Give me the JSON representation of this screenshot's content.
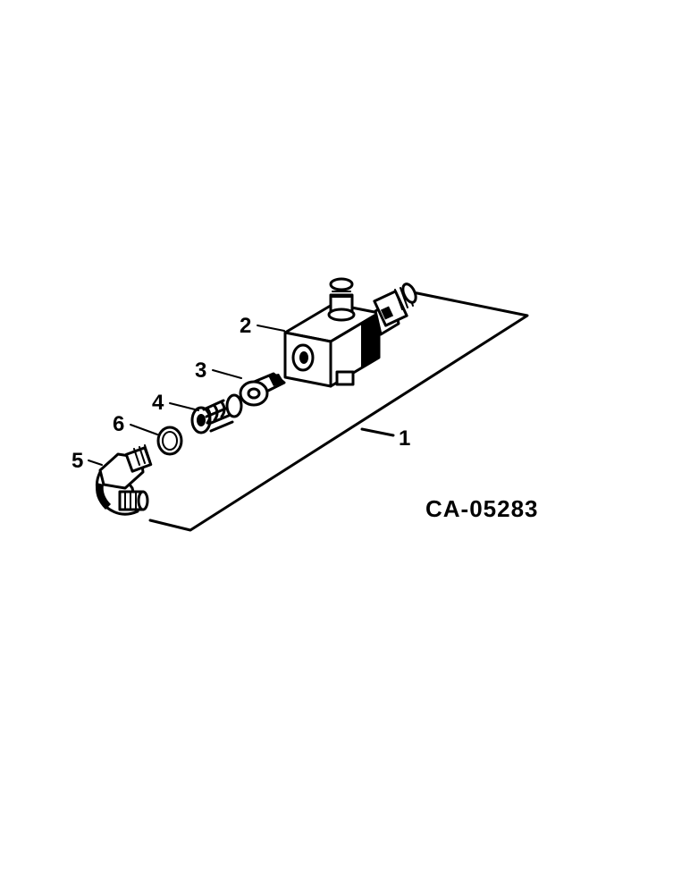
{
  "drawing_code": "CA-05283",
  "callouts": [
    "1",
    "2",
    "3",
    "4",
    "5",
    "6"
  ]
}
